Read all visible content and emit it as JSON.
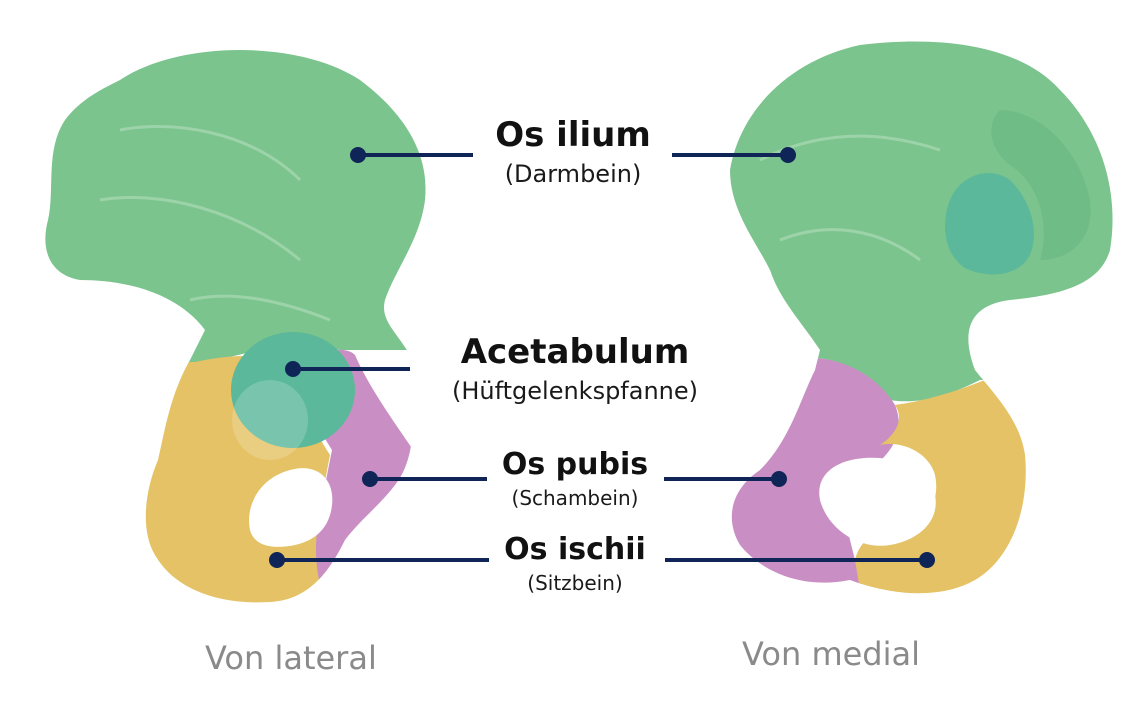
{
  "colors": {
    "ilium": "#7cc48d",
    "ilium_dark": "#5fae74",
    "acetabulum": "#5bb89a",
    "pubis": "#c98fc4",
    "ischium": "#e4c265",
    "ischium_dark": "#d4ad4c",
    "leader": "#0f2557",
    "caption": "#8a8a8a"
  },
  "labels": {
    "ilium": {
      "title": "Os ilium",
      "subtitle": "(Darmbein)"
    },
    "acetabulum": {
      "title": "Acetabulum",
      "subtitle": "(Hüftgelenkspfanne)"
    },
    "pubis": {
      "title": "Os pubis",
      "subtitle": "(Schambein)"
    },
    "ischium": {
      "title": "Os ischii",
      "subtitle": "(Sitzbein)"
    }
  },
  "views": {
    "lateral": "Von lateral",
    "medial": "Von medial"
  }
}
